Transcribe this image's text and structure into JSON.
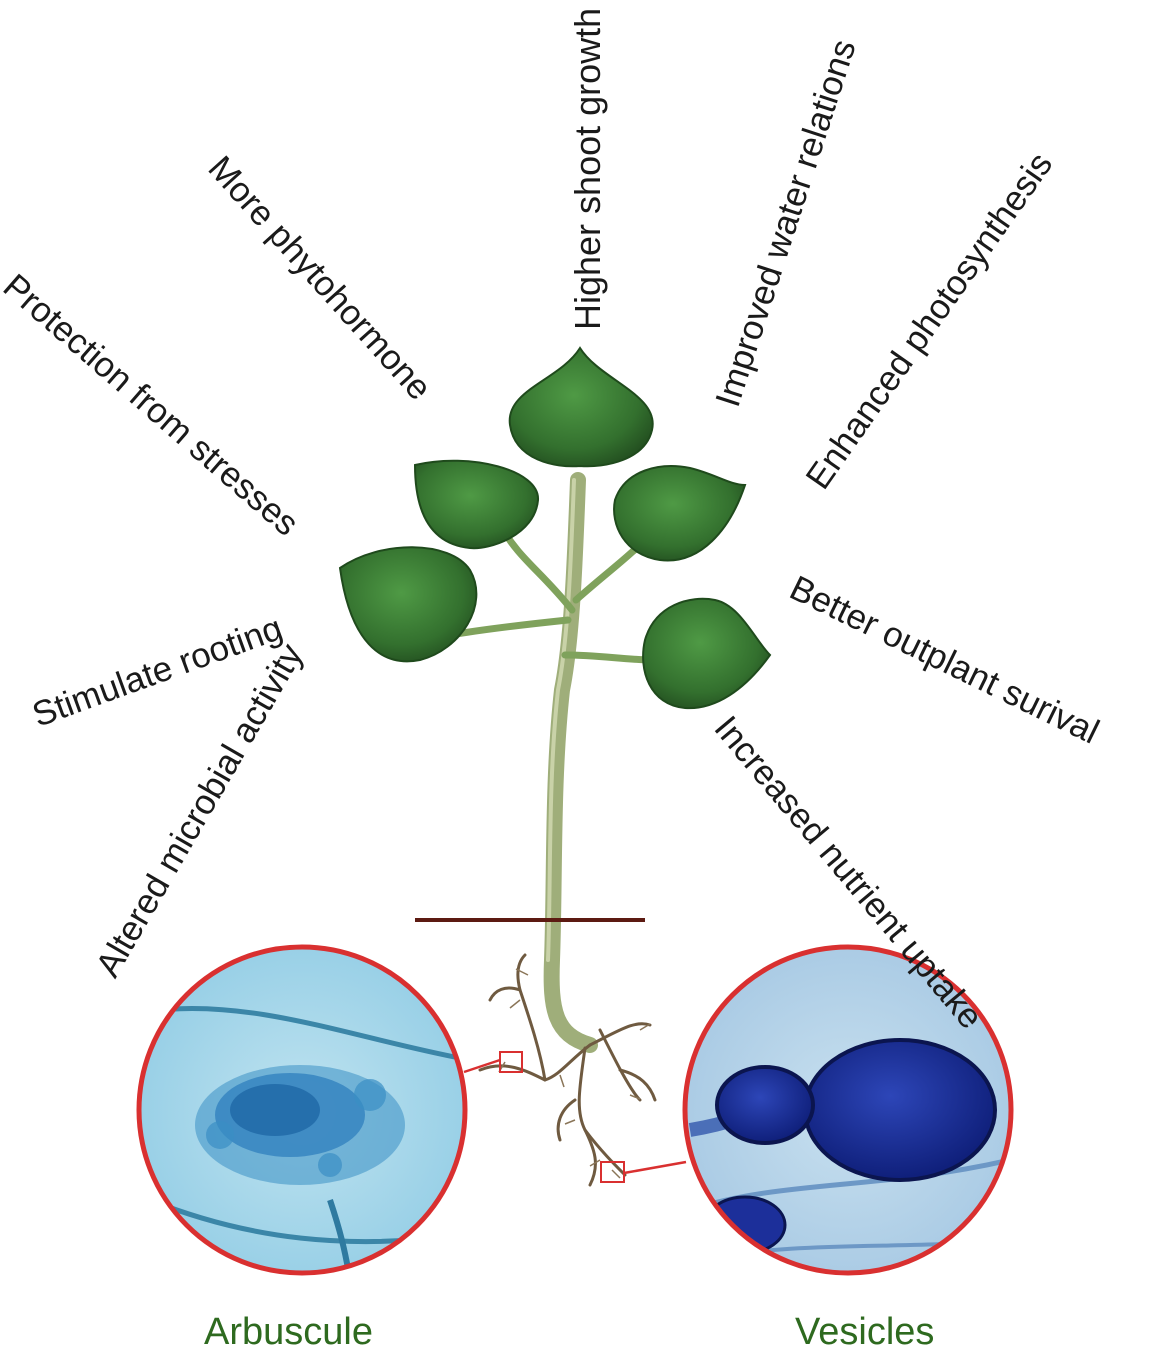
{
  "benefits": {
    "higher_shoot_growth": "Higher shoot growth",
    "improved_water_relations": "Improved water relations",
    "enhanced_photosynthesis": "Enhanced photosynthesis",
    "better_outplant_survival": "Better outplant surival",
    "increased_nutrient_uptake": "Increased nutrient uptake",
    "more_phytohormone": "More phytohormone",
    "protection_from_stresses": "Protection from stresses",
    "stimulate_rooting": "Stimulate rooting",
    "altered_microbial_activity": "Altered microbial activity"
  },
  "captions": {
    "arbuscule": "Arbuscule",
    "vesicles": "Vesicles"
  },
  "colors": {
    "leaf": "#3f7d37",
    "leaf_dark": "#2a5a27",
    "stem": "#9fae7a",
    "root": "#6f5a40",
    "soil_line": "#5c1a12",
    "circle_border": "#d93030",
    "stain_blue": "#1f4fbf",
    "caption_text": "#2e6a1f"
  }
}
